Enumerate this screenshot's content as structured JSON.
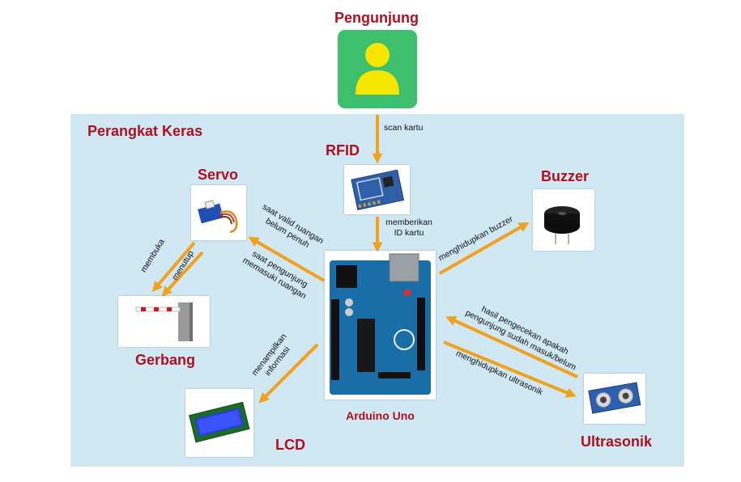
{
  "labels": {
    "visitor": "Pengunjung",
    "hardware": "Perangkat Keras",
    "rfid": "RFID",
    "servo": "Servo",
    "buzzer": "Buzzer",
    "gate": "Gerbang",
    "arduino": "Arduino Uno",
    "lcd": "LCD",
    "ultrasonic": "Ultrasonik"
  },
  "edges": {
    "scan_card": "scan kartu",
    "give_id_1": "memberikan",
    "give_id_2": "ID kartu",
    "valid_1": "saat valid ruangan",
    "valid_2": "belum penuh",
    "enter_1": "saat pengunjung",
    "enter_2": "memasuki ruangan",
    "open": "membuka",
    "close": "menutup",
    "show_1": "menampilkan",
    "show_2": "informasi",
    "buzzer_on": "menghidupkan buzzer",
    "check_1": "hasil pengecekan apakah",
    "check_2": "pengunjung sudah masuk/belum",
    "ultra_on": "menghidupkan ultrasonik"
  },
  "colors": {
    "panel": "#cfe8f3",
    "arrow": "#f2a01f",
    "title": "#b0101e",
    "visitor_box": "#3dbf6e",
    "visitor_icon": "#f7e600"
  },
  "icons": [
    "user-icon",
    "rfid-module-icon",
    "servo-motor-icon",
    "buzzer-icon",
    "barrier-gate-icon",
    "arduino-board-icon",
    "lcd-display-icon",
    "ultrasonic-sensor-icon"
  ]
}
